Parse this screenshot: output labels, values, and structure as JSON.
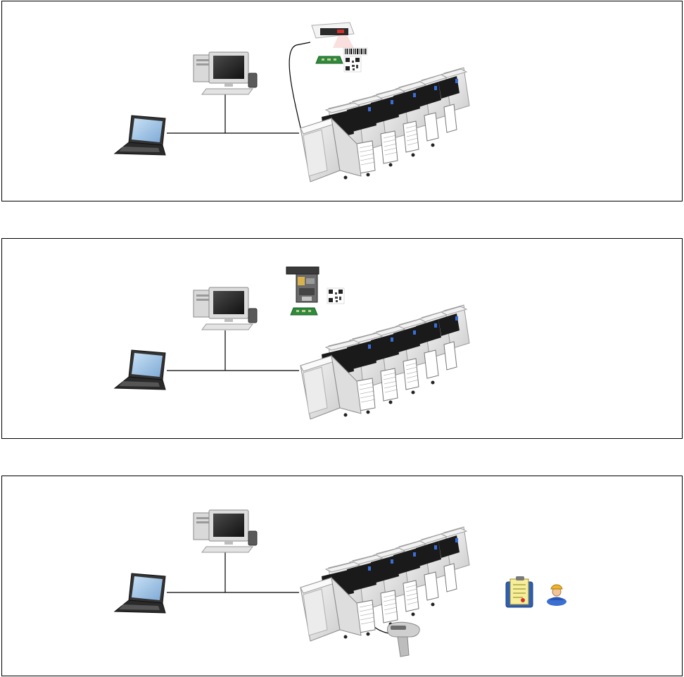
{
  "panels": [
    {
      "id": "network-barcode-laser-scanner",
      "peripheral": "laser-barcode-scanner-icon",
      "code_label": "barcode-icon"
    },
    {
      "id": "network-2d-code-reader",
      "peripheral": "2d-code-reader-icon",
      "code_label": "qr-code-icon"
    },
    {
      "id": "network-handheld-scanner",
      "peripheral": "handheld-barcode-scanner-icon",
      "extras": [
        "clipboard-report-icon",
        "operator-user-icon"
      ]
    }
  ],
  "colors": {
    "border": "#000000",
    "machine_body": "#e6e6e6",
    "machine_dark": "#1a1a1a",
    "pcb_green": "#2e8b3a",
    "screen_blue": "#9cc3e6",
    "scanner_red": "#d0312d"
  }
}
